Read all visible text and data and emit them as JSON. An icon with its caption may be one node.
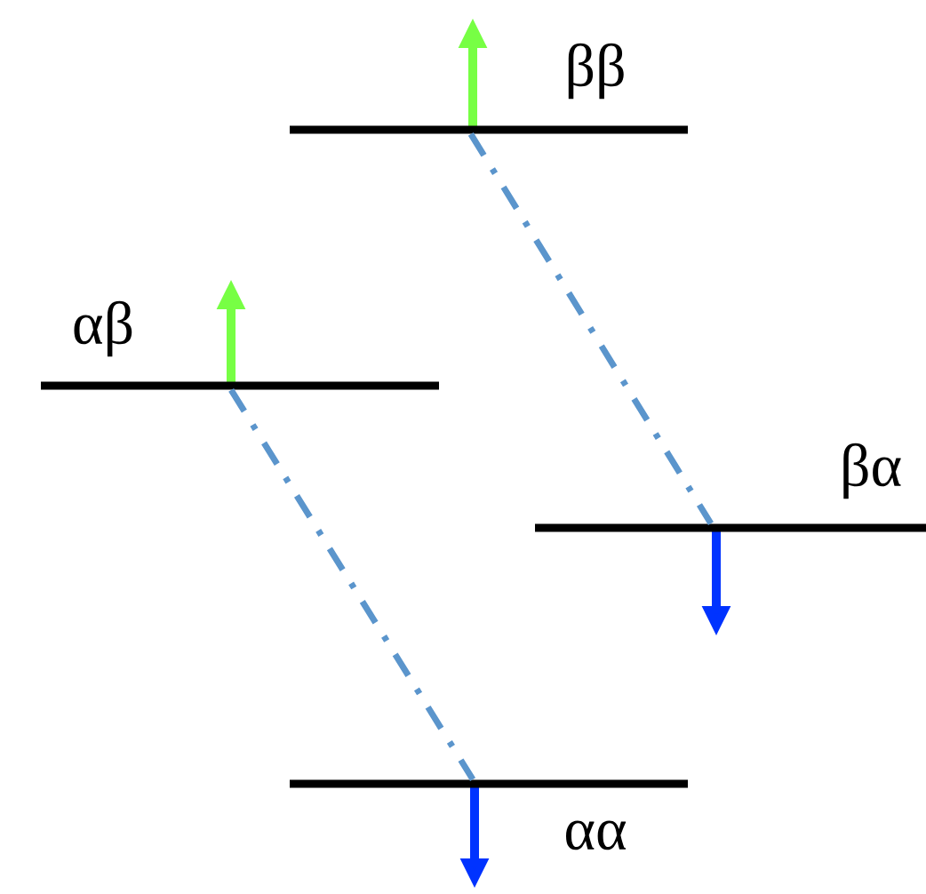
{
  "diagram": {
    "nodes": [
      {
        "text": [
          "ββ"
        ]
      },
      {
        "text": [
          "αβ"
        ]
      },
      {
        "text": [
          "βα"
        ]
      },
      {
        "text": [
          "αα"
        ]
      }
    ],
    "edges": [
      {
        "from": 0,
        "to": 2,
        "arrow": "none"
      },
      {
        "from": 1,
        "to": 3,
        "arrow": "none"
      }
    ]
  }
}
